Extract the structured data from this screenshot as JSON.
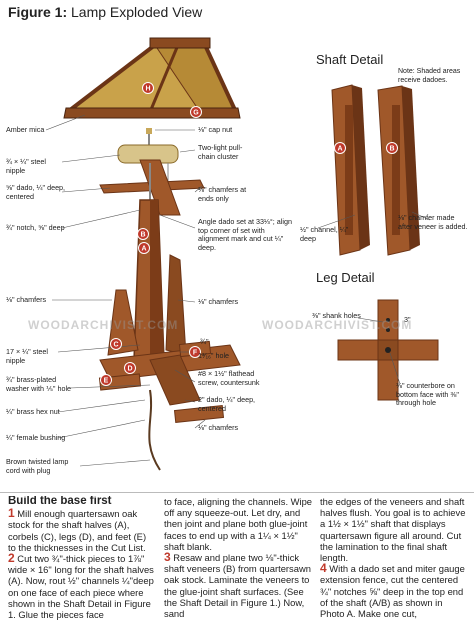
{
  "figure": {
    "label": "Figure 1:",
    "title": "Lamp Exploded View"
  },
  "shaft_detail": {
    "title": "Shaft Detail",
    "note": "Note: Shaded areas receive dadoes.",
    "labels": [
      "½\" channel, ¼\" deep",
      "⅛\" chamfer made after veneer is added."
    ]
  },
  "leg_detail": {
    "title": "Leg Detail",
    "labels": [
      "⅜\" shank holes",
      "3\"",
      "⅜\" counterbore on bottom face with ⅜\" through hole"
    ]
  },
  "callouts_left": [
    "Amber mica",
    "¾ × ¼\" steel nipple",
    "⅝\" dado, ¼\" deep, centered",
    "¾\" notch, ⅝\" deep",
    "⅛\" chamfers",
    "17 × ¼\" steel nipple",
    "¾\" brass-plated washer with ⅕\" hole",
    "¼\" brass hex nut",
    "¼\" female bushing",
    "Brown twisted lamp cord with plug"
  ],
  "callouts_right": [
    "⅛\" cap nut",
    "Two-light pull-chain cluster",
    "⅛\" chamfers at ends only",
    "Angle dado set at 33⅓°; align top corner of set with alignment mark and cut ¼\" deep.",
    "⅛\" chamfers",
    "¾\"",
    "1³⁄₁₆\" hole",
    "#8 × 1½\" flathead screw, countersunk",
    "2\" dado, ¼\" deep, centered",
    "⅛\" chamfers"
  ],
  "part_letters": [
    "A",
    "B",
    "C",
    "D",
    "E",
    "F",
    "G",
    "H"
  ],
  "watermark": "WOODARCHIVIST.COM",
  "article": {
    "heading": "Build the base first",
    "col1": [
      {
        "n": "1",
        "t": "Mill enough quartersawn oak stock for the shaft halves (A), corbels (C), legs (D), and feet (E) to the thicknesses in the Cut List."
      },
      {
        "n": "2",
        "t": "Cut two ¾\"-thick pieces to 1⅞\" wide × 16\" long for the shaft halves (A). Now, rout ½\" channels ¼\"deep on one face of each piece where shown in the Shaft Detail in Figure 1. Glue the pieces face"
      }
    ],
    "col2": [
      {
        "n": "",
        "t": "to face, aligning the channels. Wipe off any squeeze-out. Let dry, and then joint and plane both glue-joint faces to end up with a 1¼ × 1½\" shaft blank."
      },
      {
        "n": "3",
        "t": "Resaw and plane two ⅛\"-thick shaft veneers (B) from quartersawn oak stock. Laminate the veneers to the glue-joint shaft surfaces. (See the Shaft Detail in Figure 1.) Now, sand"
      }
    ],
    "col3": [
      {
        "n": "",
        "t": "the edges of the veneers and shaft halves flush. You goal is to achieve a 1½ × 1½\" shaft that displays quartersawn figure all around. Cut the lamination to the final shaft length."
      },
      {
        "n": "4",
        "t": "With a dado set and miter gauge extension fence, cut the centered ¾\" notches ⅝\" deep in the top end of the shaft (A/B) as shown in Photo A. Make one cut,"
      }
    ]
  },
  "colors": {
    "wood": "#a0582a",
    "wood_dark": "#6b3416",
    "mica": "#c9a24a",
    "badge": "#c0392b",
    "brass": "#c8a85a"
  }
}
